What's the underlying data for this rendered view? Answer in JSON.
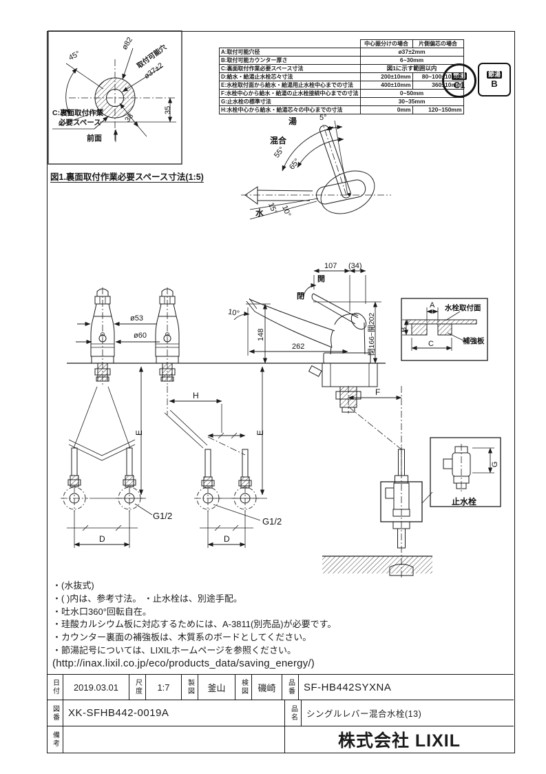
{
  "badges": {
    "circle_top": "節湯",
    "circle_bottom": "C1",
    "square_top": "節湯",
    "square_bottom": "B"
  },
  "fig1": {
    "caption": "図1.裏面取付作業必要スペース寸法(1:5)",
    "angle": "45°",
    "outer_dia": "ø82",
    "hole_label": "取付可能穴",
    "hole_dia": "ø37±2",
    "dim35": "35",
    "dim38": "38",
    "clearance_line1": "C:裏面取付作業",
    "clearance_line2": "必要スペース",
    "front": "前面"
  },
  "spec_table": {
    "header_center": "中心振分けの場合",
    "header_side": "片側偏芯の場合",
    "rows": [
      {
        "label": "A:取付可能穴径",
        "center": "ø37±2mm"
      },
      {
        "label": "B:取付可能カウンター厚さ",
        "center": "6~30mm"
      },
      {
        "label": "C:裏面取付作業必要スペース寸法",
        "center": "図1に示す範囲以内"
      },
      {
        "label": "D:給水・給湯止水栓芯々寸法",
        "center": "200±10mm",
        "side": "80~100±10mm"
      },
      {
        "label": "E:水栓取付面から給水・給湯用止水栓中心までの寸法",
        "center": "400±10mm",
        "side": "360±10mm"
      },
      {
        "label": "F:水栓中心から給水・給湯の止水栓接続中心までの寸法",
        "center": "0~50mm"
      },
      {
        "label": "G:止水栓の標準寸法",
        "center": "30~35mm"
      },
      {
        "label": "H:水栓中心から給水・給湯芯々の中心までの寸法",
        "center": "0mm",
        "side": "120~150mm"
      }
    ]
  },
  "top_view": {
    "hot": "湯",
    "deg5": "5°",
    "mix": "混合",
    "deg55": "55°",
    "deg65": "65°",
    "cold": "水",
    "deg15": "15°",
    "deg10": "10°"
  },
  "side_view": {
    "dim107": "107",
    "dim34": "(34)",
    "deg10": "10°",
    "dim148": "148",
    "dim262": "262",
    "handle_range": "閉166~開202",
    "open": "開",
    "closed": "閉",
    "dimF": "F"
  },
  "mount_detail": {
    "dimA": "A",
    "dimB": "B",
    "dimC": "C",
    "surface": "水栓取付面",
    "board": "補強板"
  },
  "front_view": {
    "dia53": "ø53",
    "dia60": "ø60",
    "dimH": "H",
    "dimE": "E",
    "dimD": "D",
    "thread": "G1/2"
  },
  "valve_detail": {
    "dimG": "G",
    "label": "止水栓"
  },
  "notes": [
    "・(水抜式)",
    "・( )内は、参考寸法。 ・止水栓は、別途手配。",
    "・吐水口360°回転自在。",
    "・珪酸カルシウム板に対応するためには、A-3811(別売品)が必要です。",
    "・カウンター裏面の補強板は、木質系のボードとしてください。",
    "・節湯記号については、LIXILホームページを参照ください。",
    "(http://inax.lixil.co.jp/eco/products_data/saving_energy/)"
  ],
  "title_block": {
    "date_label": "日付",
    "date": "2019.03.01",
    "scale_label": "尺度",
    "scale": "1:7",
    "drafter_label": "製図",
    "drafter": "釜山",
    "checker_label": "検図",
    "checker": "磯崎",
    "part_no_label": "品番",
    "part_no": "SF-HB442SYXNA",
    "dwg_no_label": "図番",
    "dwg_no": "XK-SFHB442-0019A",
    "name_label": "品名",
    "product_name": "シングルレバー混合水栓(13)",
    "remarks_label": "備考",
    "company": "株式会社 LIXIL"
  }
}
